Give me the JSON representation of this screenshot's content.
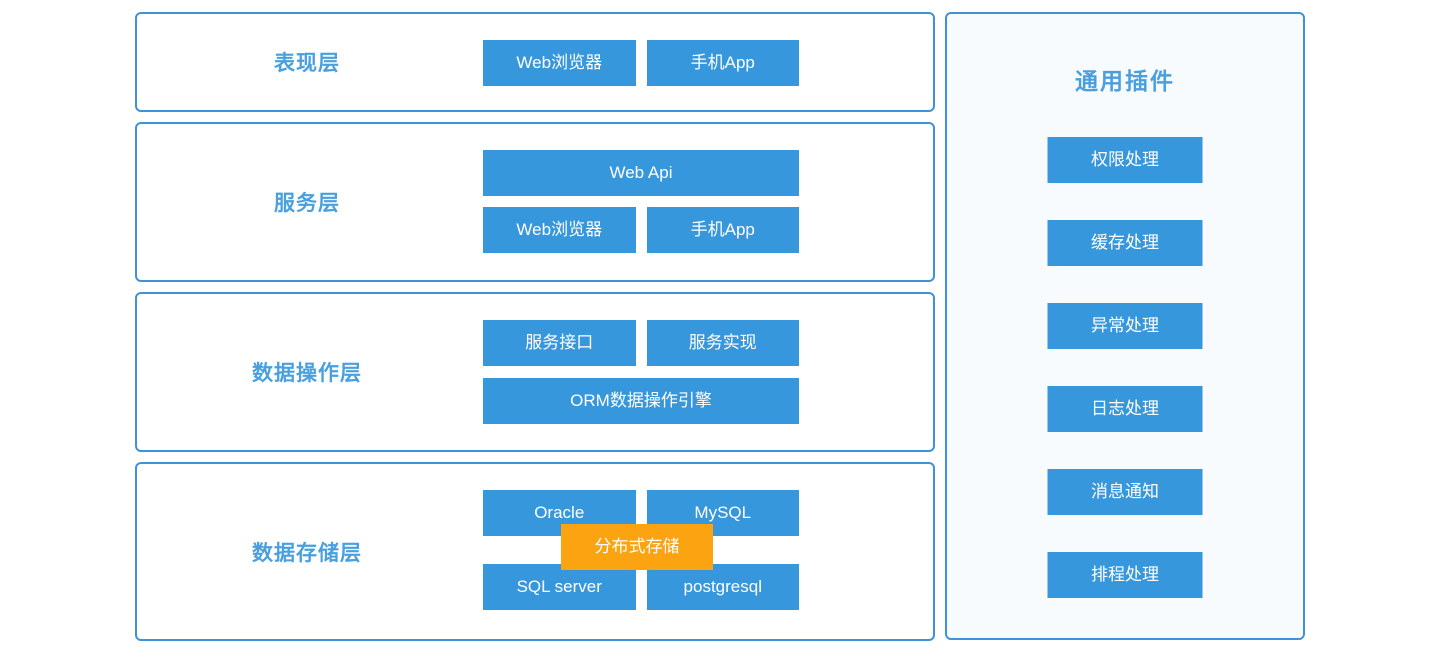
{
  "colors": {
    "button_blue": "#3797DC",
    "border_blue": "#3E93D8",
    "label_blue": "#4AA0DE",
    "accent_orange": "#FBA311",
    "panel_bg": "#F7FBFE",
    "page_bg": "#FFFFFF"
  },
  "layers": [
    {
      "name": "表现层",
      "rows": [
        [
          "Web浏览器",
          "手机App"
        ]
      ]
    },
    {
      "name": "服务层",
      "rows": [
        [
          "Web Api"
        ],
        [
          "Web浏览器",
          "手机App"
        ]
      ]
    },
    {
      "name": "数据操作层",
      "rows": [
        [
          "服务接口",
          "服务实现"
        ],
        [
          "ORM数据操作引擎"
        ]
      ]
    },
    {
      "name": "数据存储层",
      "rows": [
        [
          "Oracle",
          "MySQL"
        ],
        [
          "SQL server",
          "postgresql"
        ]
      ],
      "overlay": "分布式存储"
    }
  ],
  "plugins": {
    "title": "通用插件",
    "items": [
      "权限处理",
      "缓存处理",
      "异常处理",
      "日志处理",
      "消息通知",
      "排程处理"
    ]
  }
}
